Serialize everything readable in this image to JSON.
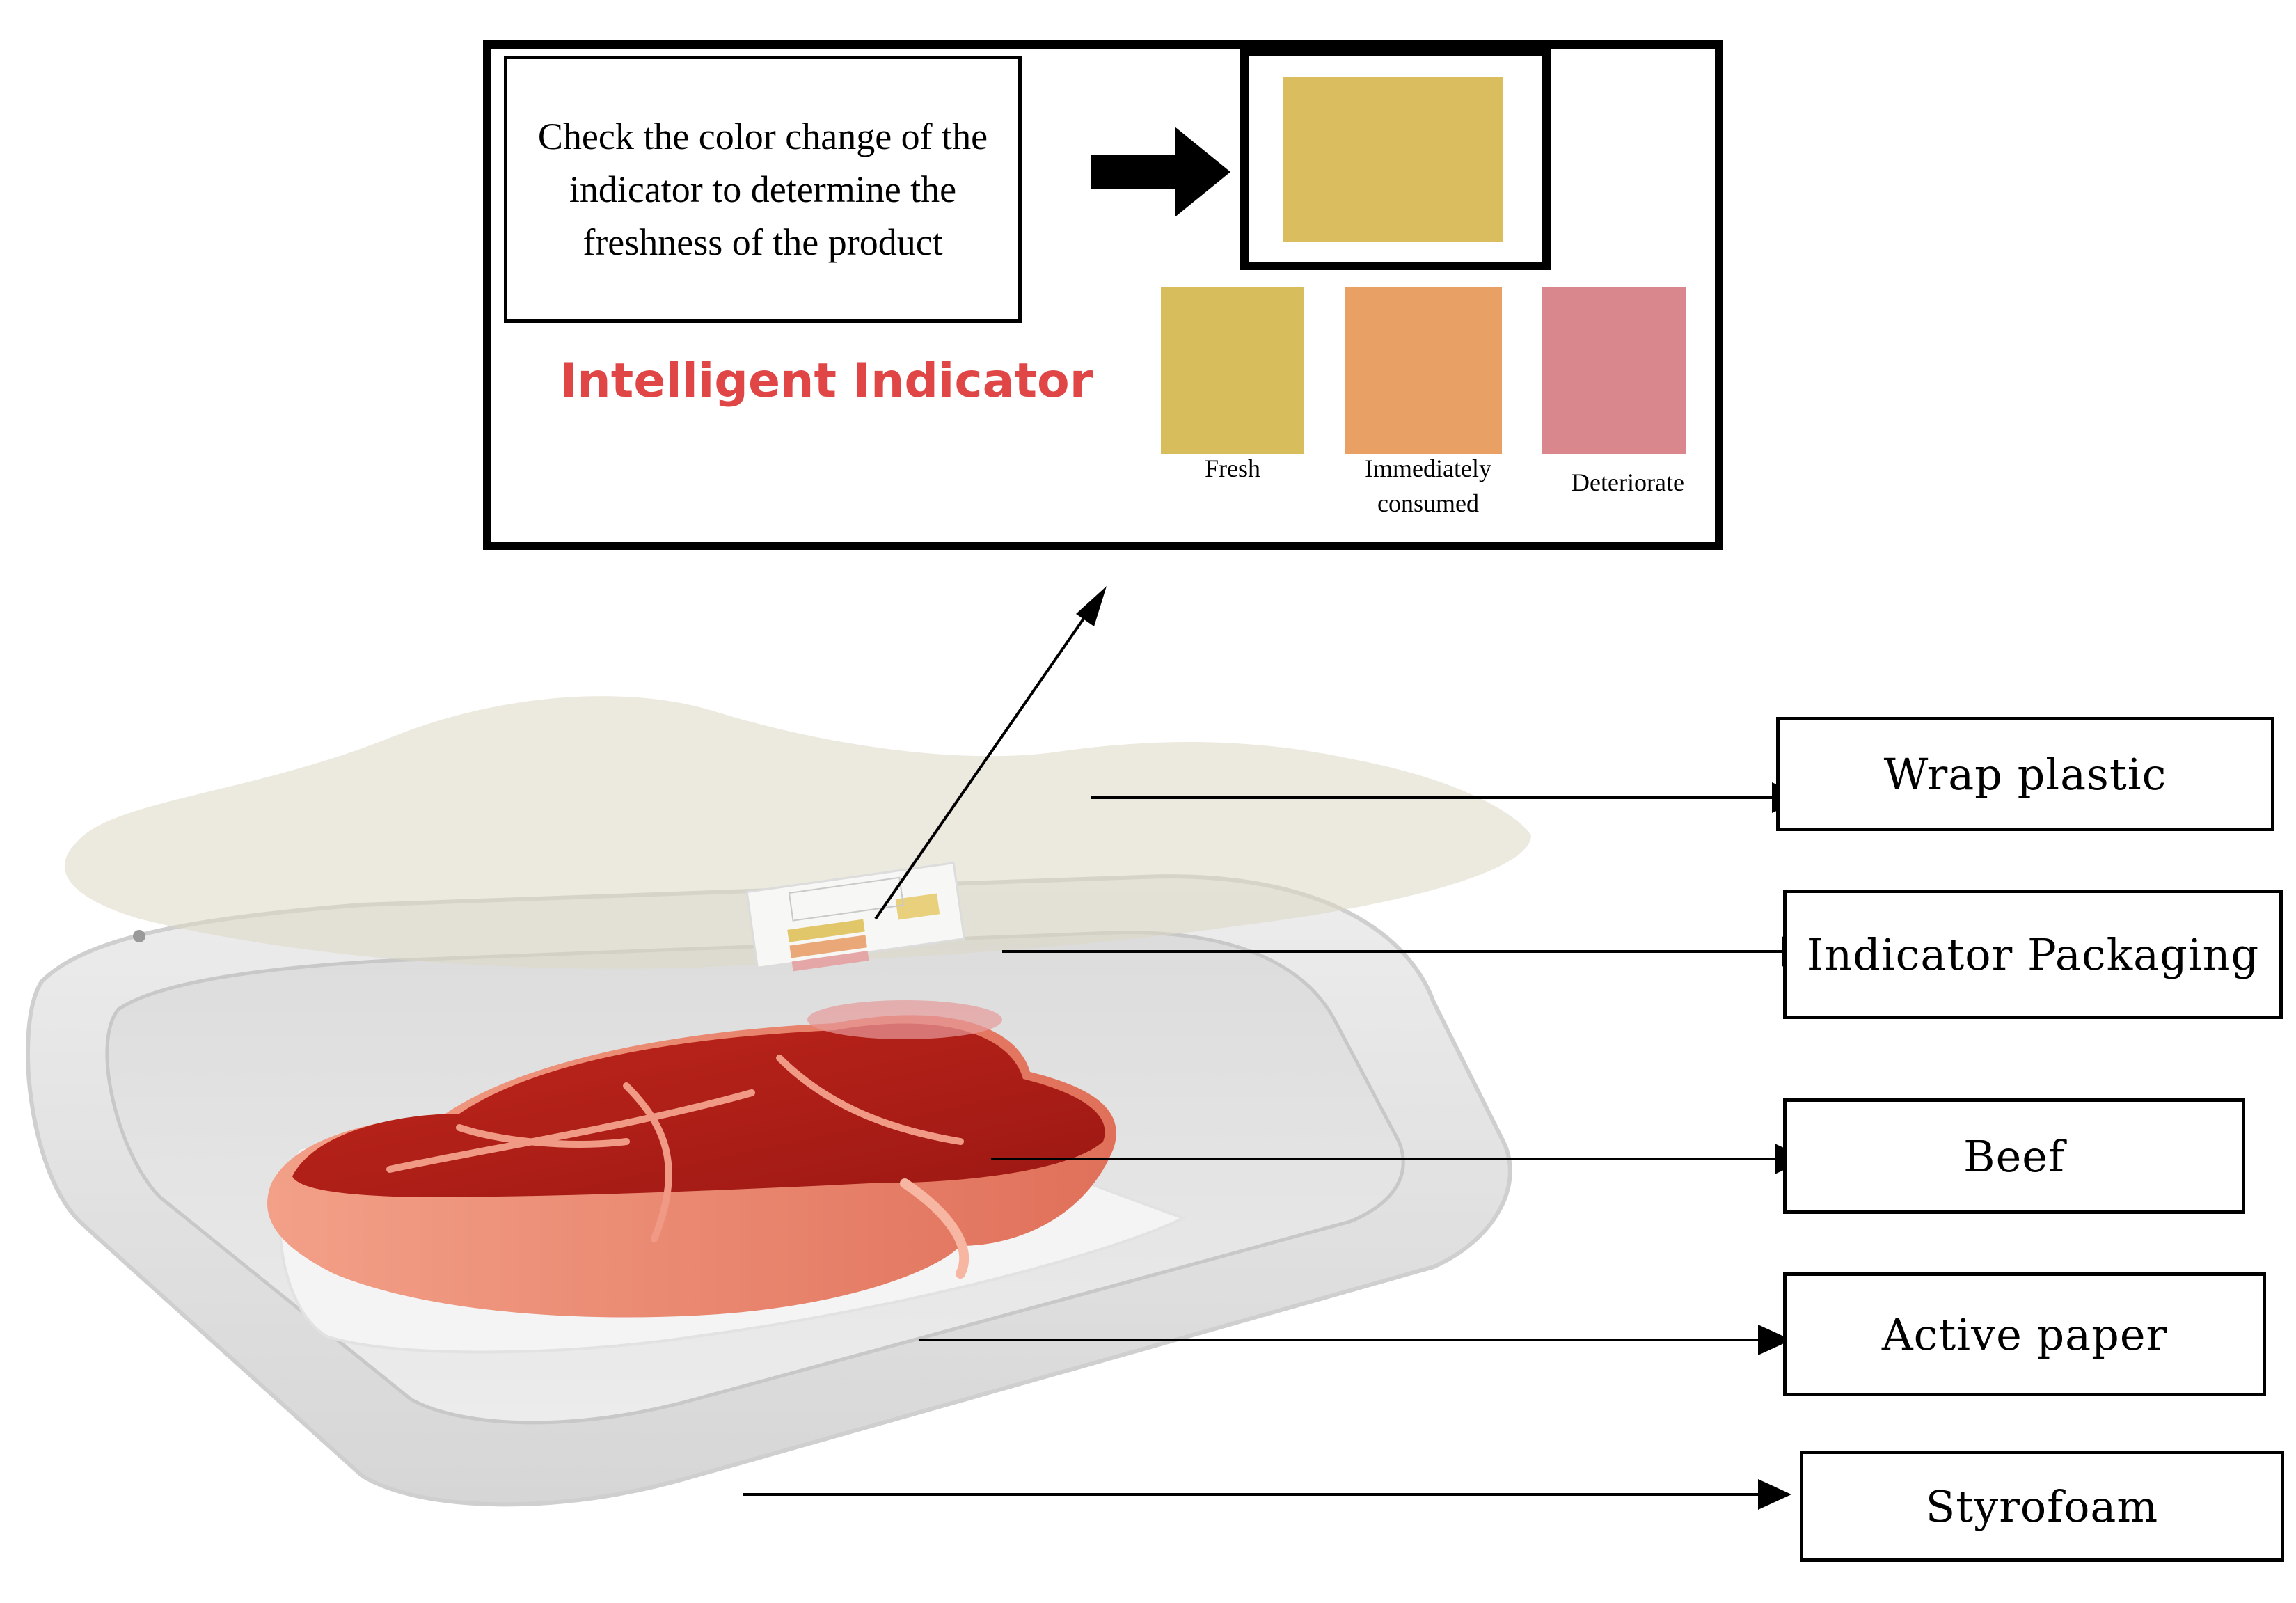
{
  "indicator_panel": {
    "instruction": "Check the color change of the indicator to determine the freshness of the product",
    "title": "Intelligent Indicator",
    "current_color": "#d9bd5e",
    "scale": [
      {
        "label": "Fresh",
        "color": "#d8bd5d"
      },
      {
        "label": "Immediately consumed",
        "color": "#e8a064"
      },
      {
        "label": "Deteriorate",
        "color": "#d9868c"
      }
    ]
  },
  "labels": {
    "wrap_plastic": "Wrap plastic",
    "indicator_packaging": "Indicator Packaging",
    "beef": "Beef",
    "active_paper": "Active paper",
    "styrofoam": "Styrofoam"
  }
}
